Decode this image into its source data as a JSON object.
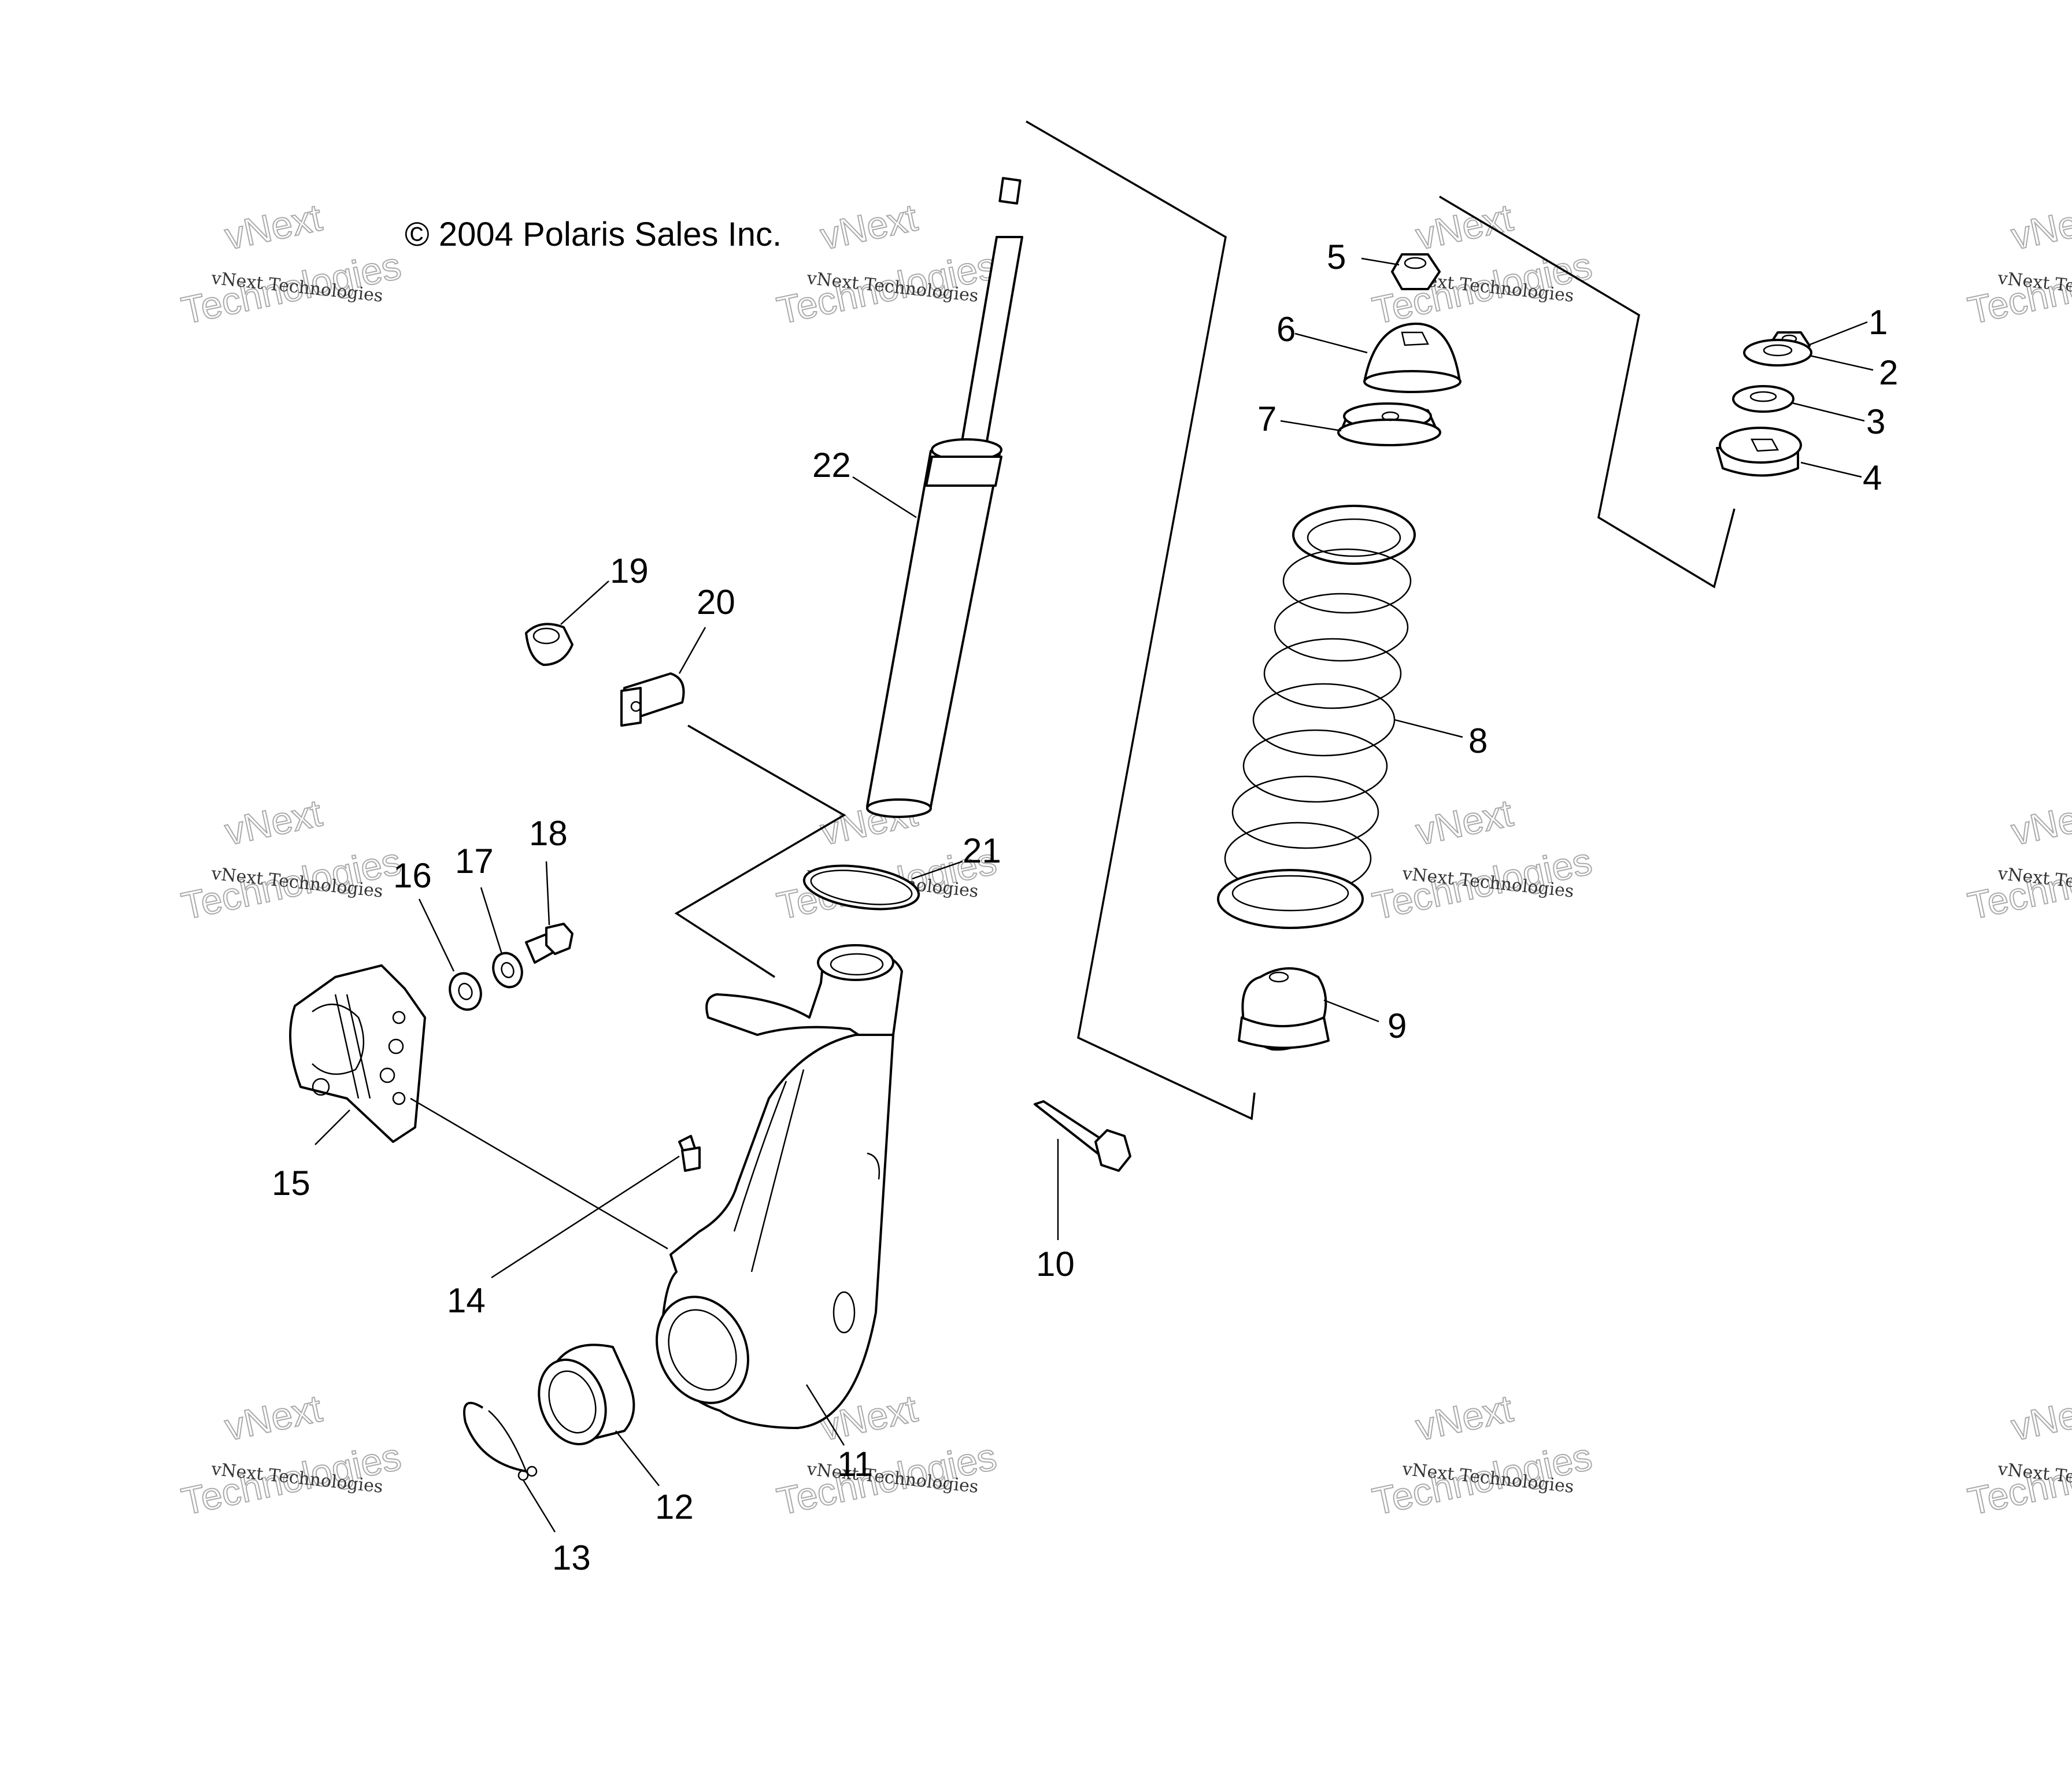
{
  "copyright": "© 2004 Polaris Sales Inc.",
  "watermark": {
    "name": "vNext Technologies",
    "big_line1": "vNext",
    "big_line2": "Technologies"
  },
  "callouts": [
    {
      "id": "1",
      "part": "nut"
    },
    {
      "id": "2",
      "part": "washer"
    },
    {
      "id": "3",
      "part": "washer"
    },
    {
      "id": "4",
      "part": "mount-bushing"
    },
    {
      "id": "5",
      "part": "nut"
    },
    {
      "id": "6",
      "part": "dome-cap"
    },
    {
      "id": "7",
      "part": "spring-seat"
    },
    {
      "id": "8",
      "part": "coil-spring"
    },
    {
      "id": "9",
      "part": "bump-stop"
    },
    {
      "id": "10",
      "part": "bolt"
    },
    {
      "id": "11",
      "part": "steering-knuckle"
    },
    {
      "id": "12",
      "part": "bearing"
    },
    {
      "id": "13",
      "part": "snap-ring"
    },
    {
      "id": "14",
      "part": "grease-fitting"
    },
    {
      "id": "15",
      "part": "brake-caliper"
    },
    {
      "id": "16",
      "part": "washer"
    },
    {
      "id": "17",
      "part": "washer"
    },
    {
      "id": "18",
      "part": "bolt"
    },
    {
      "id": "19",
      "part": "nut"
    },
    {
      "id": "20",
      "part": "clamp"
    },
    {
      "id": "21",
      "part": "ring"
    },
    {
      "id": "22",
      "part": "strut-cartridge"
    }
  ],
  "colors": {
    "ink": "#000000",
    "background": "#ffffff",
    "watermark": "#aaaaaa"
  }
}
